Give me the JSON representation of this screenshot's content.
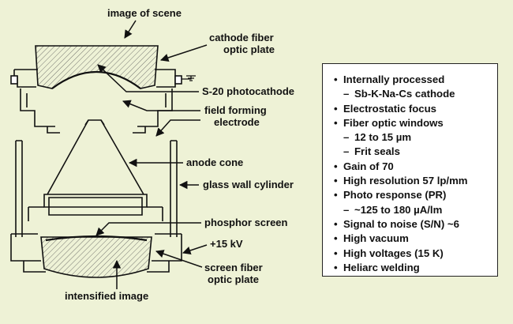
{
  "labels": {
    "image_of_scene": "image of scene",
    "cathode_fiber_1": "cathode fiber",
    "cathode_fiber_2": "optic plate",
    "photocathode": "S-20 photocathode",
    "field_forming_1": "field forming",
    "field_forming_2": "electrode",
    "anode_cone": "anode cone",
    "glass_wall": "glass wall cylinder",
    "phosphor_screen": "phosphor screen",
    "voltage": "+15 kV",
    "screen_fiber_1": "screen fiber",
    "screen_fiber_2": "optic plate",
    "intensified_image": "intensified image"
  },
  "specs": [
    {
      "text": "Internally processed",
      "sub": false
    },
    {
      "text": "Sb-K-Na-Cs cathode",
      "sub": true
    },
    {
      "text": "Electrostatic focus",
      "sub": false
    },
    {
      "text": "Fiber optic windows",
      "sub": false
    },
    {
      "text": "12 to 15 µm",
      "sub": true
    },
    {
      "text": "Frit seals",
      "sub": true
    },
    {
      "text": "Gain of 70",
      "sub": false
    },
    {
      "text": "High resolution 57 lp/mm",
      "sub": false
    },
    {
      "text": "Photo response (PR)",
      "sub": false
    },
    {
      "text": "~125 to 180 µA/lm",
      "sub": true
    },
    {
      "text": "Signal to noise (S/N) ~6",
      "sub": false
    },
    {
      "text": "High vacuum",
      "sub": false
    },
    {
      "text": "High voltages (15 K)",
      "sub": false
    },
    {
      "text": "Heliarc welding",
      "sub": false
    }
  ],
  "colors": {
    "background": "#eef2d6",
    "line": "#111111",
    "box": "#ffffff"
  }
}
